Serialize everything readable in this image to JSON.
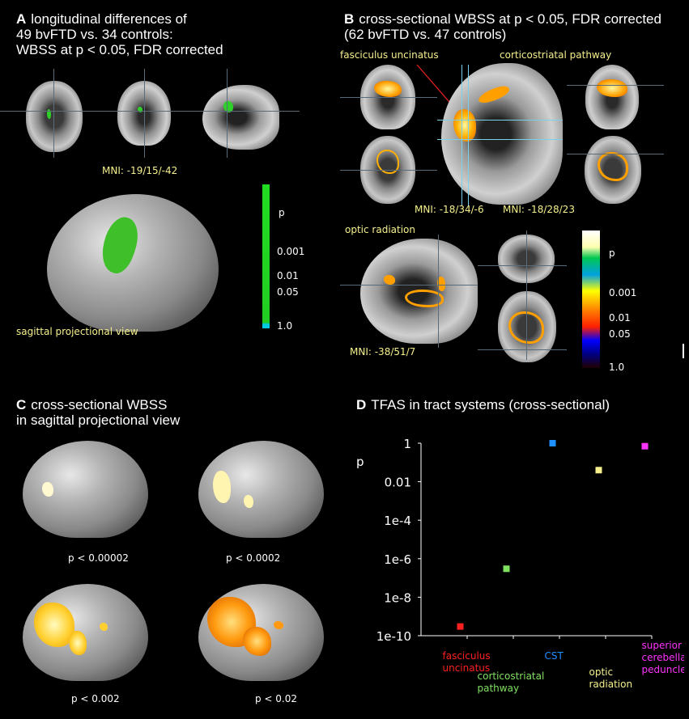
{
  "panel_a": {
    "letter": "A",
    "title": "longitudinal differences of\n49 bvFTD vs. 34 controls:\nWBSS at p < 0.05, FDR corrected",
    "mni": "MNI: -19/15/-42",
    "projection_label": "sagittal projectional view",
    "colorbar": {
      "p_label": "p",
      "ticks": [
        "0.001",
        "0.01",
        "0.05",
        "1.0"
      ]
    },
    "colors": {
      "cluster": "#3fbf2a",
      "bar_top": "#22dd22",
      "bar_bottom": "#00c8e0"
    }
  },
  "panel_b": {
    "letter": "B",
    "title": "cross-sectional WBSS at p < 0.05, FDR corrected\n(62 bvFTD vs. 47 controls)",
    "labels": {
      "fasciculus": "fasciculus uncinatus",
      "corticostriatal": "corticostriatal pathway",
      "optic": "optic radiation"
    },
    "mni": [
      "MNI: -18/34/-6",
      "MNI: -18/28/23",
      "MNI: -38/51/7"
    ],
    "colorbar": {
      "p_label": "p",
      "ticks": [
        "0.001",
        "0.01",
        "0.05",
        "1.0"
      ]
    }
  },
  "panel_c": {
    "letter": "C",
    "title": "cross-sectional WBSS\nin sagittal projectional view",
    "thresholds": [
      "p < 0.00002",
      "p < 0.0002",
      "p < 0.002",
      "p < 0.02"
    ]
  },
  "panel_d": {
    "letter": "D",
    "title": "TFAS in tract systems (cross-sectional)"
  },
  "chart_data": {
    "type": "scatter",
    "title": "TFAS in tract systems (cross-sectional)",
    "ylabel": "p",
    "yscale": "log",
    "ylim": [
      1e-10,
      1
    ],
    "yticks": [
      "1",
      "0.01",
      "1e-4",
      "1e-6",
      "1e-8",
      "1e-10"
    ],
    "categories": [
      "fasciculus\nuncinatus",
      "corticostriatal\npathway",
      "CST",
      "optic\nradiation",
      "superior\ncerebellar\npeduncle"
    ],
    "category_colors": [
      "#ff2020",
      "#80e060",
      "#1e90ff",
      "#f5f08c",
      "#ff33ff"
    ],
    "values": [
      3e-10,
      3e-07,
      1,
      0.04,
      0.7
    ]
  }
}
